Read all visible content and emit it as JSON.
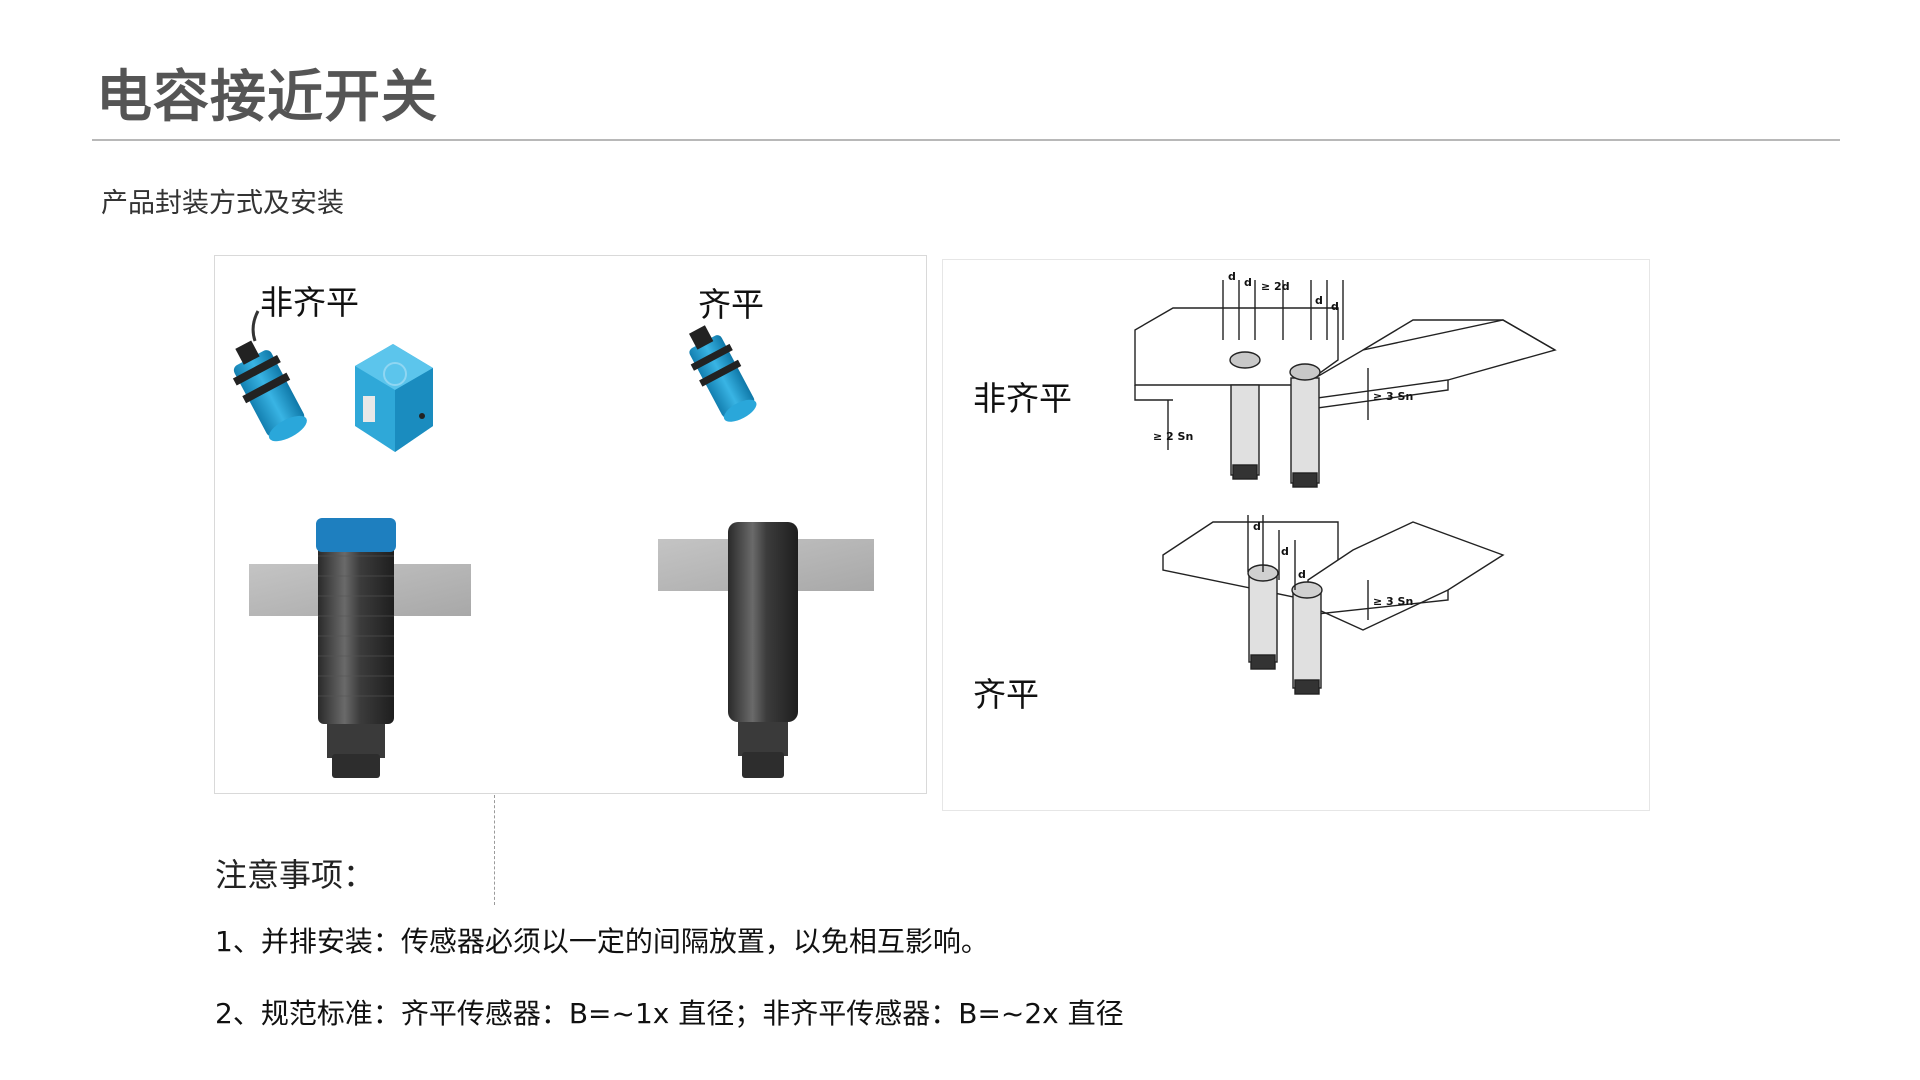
{
  "header": {
    "title": "电容接近开关",
    "subtitle": "产品封装方式及安装"
  },
  "left_panel": {
    "label_nonflush": "非齐平",
    "label_flush": "齐平"
  },
  "right_panel": {
    "label_nonflush": "非齐平",
    "label_flush": "齐平",
    "diagram_labels": {
      "d": "d",
      "two_d": "≥ 2d",
      "three_sn": "≥ 3 Sn",
      "two_sn": "≥ 2 Sn"
    }
  },
  "notes": {
    "title": "注意事项：",
    "items": [
      "1、并排安装：传感器必须以一定的间隔放置，以免相互影响。",
      "2、规范标准：齐平传感器：B=~1x 直径；非齐平传感器：B=~2x 直径"
    ]
  },
  "colors": {
    "title_text": "#555555",
    "sensor_blue": "#1e9fd0",
    "sensor_metal": "#3a3a3a",
    "mount_plate": "#b5b5b5"
  }
}
